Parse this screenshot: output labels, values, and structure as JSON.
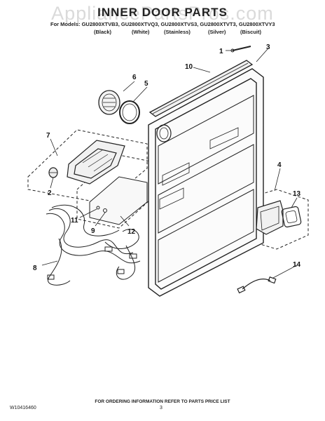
{
  "watermark": "AppliancePartsPros.com",
  "header": {
    "title": "INNER DOOR PARTS",
    "models_line": "For Models: GU2800XTVB3, GU2800XTVQ3, GU2800XTVS3, GU2800XTVT3, GU2800XTVY3",
    "finishes": [
      "(Black)",
      "(White)",
      "(Stainless)",
      "(Silver)",
      "(Biscuit)"
    ]
  },
  "callouts": [
    "1",
    "2",
    "3",
    "4",
    "5",
    "6",
    "7",
    "8",
    "9",
    "10",
    "11",
    "12",
    "13",
    "14"
  ],
  "footer": {
    "ordering": "FOR ORDERING INFORMATION REFER TO PARTS PRICE LIST",
    "doc_number": "W10416460",
    "page_number": "3"
  }
}
